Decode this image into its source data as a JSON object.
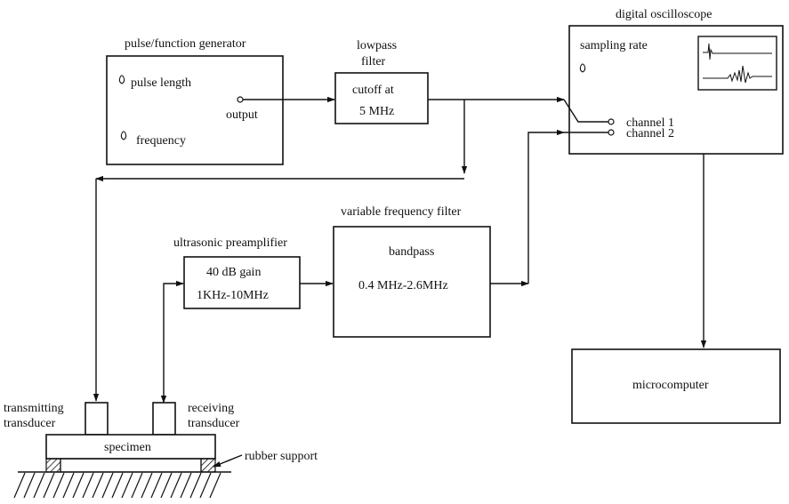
{
  "labels": {
    "pulse_generator_title": "pulse/function generator",
    "pulse_length": "pulse length",
    "frequency": "frequency",
    "output": "output",
    "lowpass_title_1": "lowpass",
    "lowpass_title_2": "filter",
    "cutoff_1": "cutoff at",
    "cutoff_2": "5 MHz",
    "oscilloscope_title": "digital oscilloscope",
    "sampling_rate": "sampling rate",
    "channel_1": "channel  1",
    "channel_2": "channel  2",
    "variable_filter_title": "variable frequency filter",
    "bandpass": "bandpass",
    "bandpass_range": "0.4 MHz-2.6MHz",
    "preamp_title": "ultrasonic preamplifier",
    "gain": "40 dB gain",
    "preamp_range": "1KHz-10MHz",
    "microcomputer": "microcomputer",
    "transmitting_1": "transmitting",
    "transmitting_2": "transducer",
    "receiving_1": "receiving",
    "receiving_2": "transducer",
    "specimen": "specimen",
    "rubber_support": "rubber support"
  },
  "colors": {
    "line": "#111111",
    "background": "#ffffff"
  }
}
